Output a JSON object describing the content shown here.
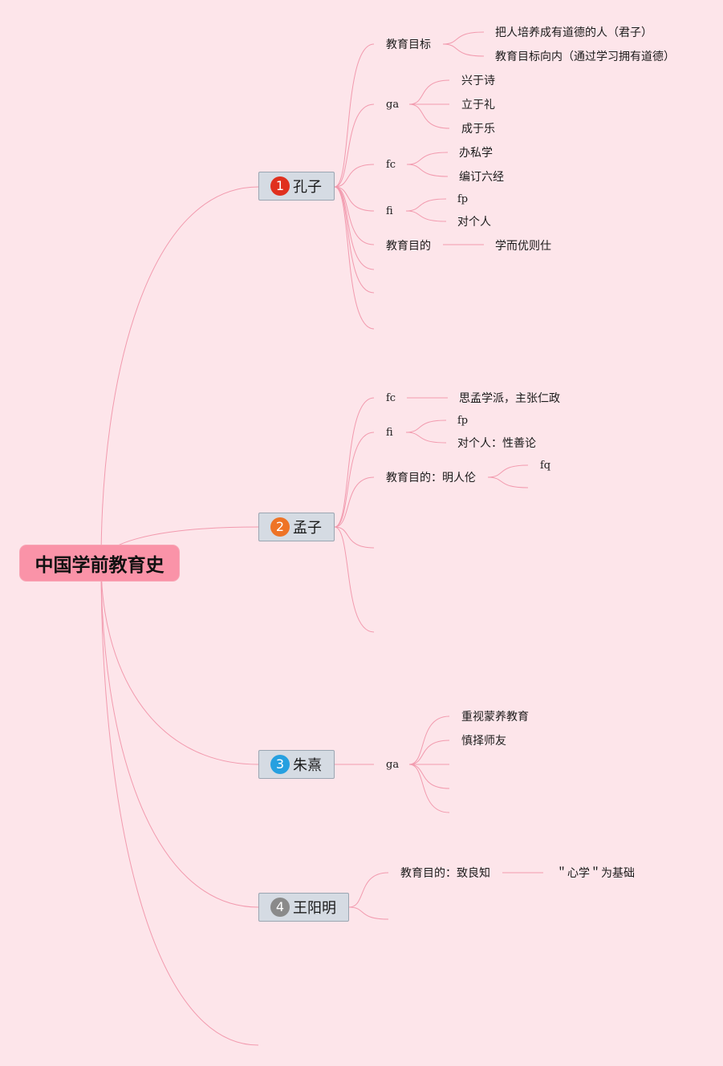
{
  "root": {
    "label": "中国学前教育史",
    "color": "#fa93a8"
  },
  "branches": [
    {
      "label": "孔子",
      "number": "1",
      "badge_color": "#e0301e",
      "children": [
        {
          "label": "教育目标",
          "children": [
            "把人培养成有道德的人（君子）",
            "教育目标向内（通过学习拥有道德）"
          ]
        },
        {
          "label": "ga",
          "children": [
            "兴于诗",
            "立于礼",
            "成于乐"
          ]
        },
        {
          "label": "fc",
          "children": [
            "办私学",
            "编订六经"
          ]
        },
        {
          "label": "fi",
          "children": [
            "fp",
            "对个人"
          ]
        },
        {
          "label": "教育目的",
          "children": [
            "学而优则仕"
          ]
        }
      ]
    },
    {
      "label": "孟子",
      "number": "2",
      "badge_color": "#ee7326",
      "children": [
        {
          "label": "fc",
          "children": [
            "思孟学派，主张仁政"
          ]
        },
        {
          "label": "fi",
          "children": [
            "fp",
            "对个人：性善论"
          ]
        },
        {
          "label": "教育目的：明人伦",
          "children": [
            "fq"
          ]
        }
      ]
    },
    {
      "label": "朱熹",
      "number": "3",
      "badge_color": "#26a0e0",
      "children": [
        {
          "label": "ga",
          "children": [
            "重视蒙养教育",
            "慎择师友"
          ]
        }
      ]
    },
    {
      "label": "王阳明",
      "number": "4",
      "badge_color": "#8a8a8a",
      "children": [
        {
          "label": "教育目的：致良知",
          "children": [
            "＂心学＂为基础"
          ]
        }
      ]
    }
  ],
  "colors": {
    "background": "#fde5ea",
    "link": "#f29aae",
    "topic_fill": "#d5dbe3",
    "topic_border": "#9aa6b2"
  }
}
